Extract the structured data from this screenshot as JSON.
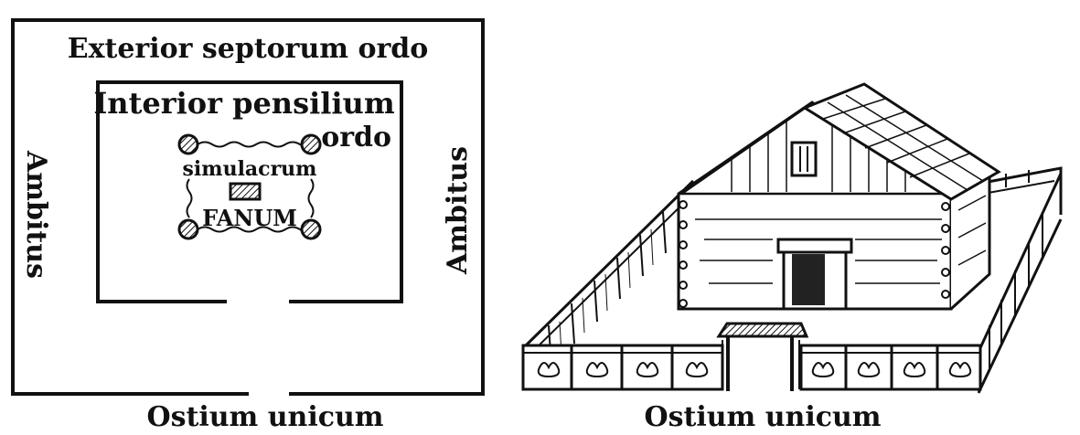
{
  "plan": {
    "outer_label": "Exterior septorum ordo",
    "inner_label_line1": "Interior pensilium",
    "inner_label_line2": "ordo",
    "simulacrum": "simulacrum",
    "fanum": "FANUM",
    "ambitus_left": "Ambitus",
    "ambitus_right": "Ambitus",
    "ostium": "Ostium unicum"
  },
  "illustration": {
    "ostium": "Ostium unicum"
  }
}
